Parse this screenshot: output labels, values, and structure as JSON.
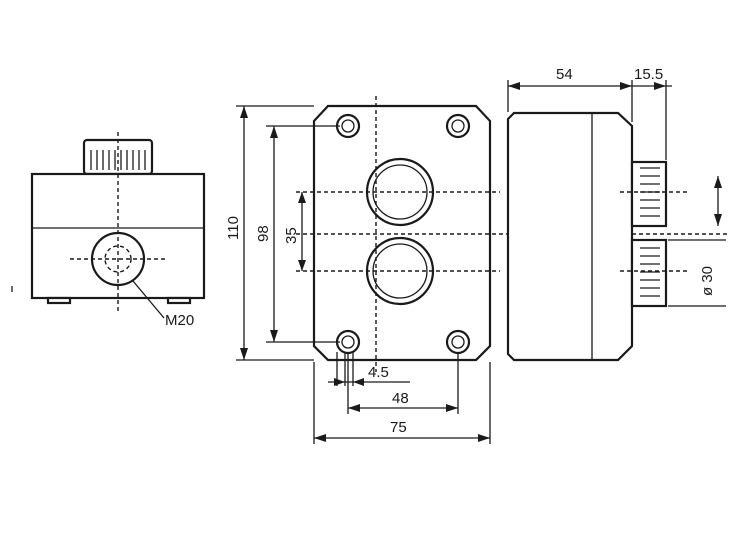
{
  "drawing": {
    "front_view": {
      "dimensions": {
        "height_overall": "110",
        "height_holes": "98",
        "button_spacing": "35",
        "hole_offset": "4.5",
        "hole_width": "48",
        "width_overall": "75"
      }
    },
    "side_view": {
      "dimensions": {
        "depth": "54",
        "button_projection": "15.5",
        "button_diameter": "ø 30"
      }
    },
    "bottom_view": {
      "gland_label": "M20"
    }
  }
}
